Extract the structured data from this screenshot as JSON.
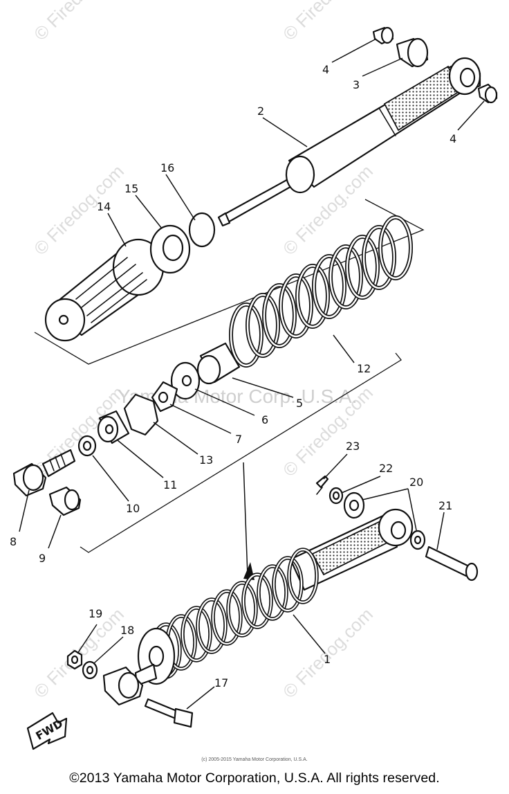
{
  "diagram": {
    "watermark_text": "© Firedog.com",
    "center_watermark": "Yamaha Motor Corp. U.S.A.",
    "fwd_label": "FWD",
    "callouts": [
      "1",
      "2",
      "3",
      "4",
      "4",
      "5",
      "6",
      "7",
      "8",
      "9",
      "10",
      "11",
      "12",
      "13",
      "14",
      "15",
      "16",
      "17",
      "18",
      "19",
      "20",
      "21",
      "22",
      "23"
    ]
  },
  "footer": {
    "small_notice": "(c) 2005-2015 Yamaha Motor Corporation, U.S.A.",
    "copyright": "©2013 Yamaha Motor Corporation, U.S.A. All rights reserved."
  }
}
